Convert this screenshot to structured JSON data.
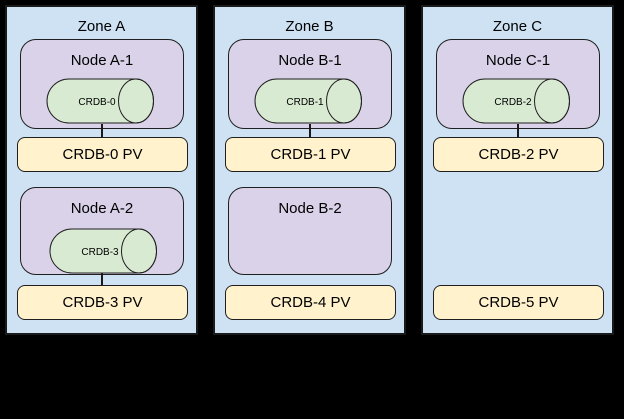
{
  "diagram": {
    "description": "CockroachDB zone / node / persistent volume topology diagram",
    "colors": {
      "background": "#000000",
      "zone_fill": "#cfe2f3",
      "node_fill": "#d9d2e9",
      "cylinder_fill": "#d9ead3",
      "pv_fill": "#fff2cc",
      "border": "#1a1a1a"
    },
    "zones": [
      {
        "title": "Zone A",
        "nodes": [
          {
            "label": "Node A-1",
            "cylinder": "CRDB-0",
            "connected_pv": "CRDB-0 PV"
          },
          {
            "label": "Node A-2",
            "cylinder": "CRDB-3",
            "connected_pv": "CRDB-3 PV"
          }
        ],
        "pvs": [
          "CRDB-0 PV",
          "CRDB-3 PV"
        ]
      },
      {
        "title": "Zone B",
        "nodes": [
          {
            "label": "Node B-1",
            "cylinder": "CRDB-1",
            "connected_pv": "CRDB-1 PV"
          },
          {
            "label": "Node B-2",
            "cylinder": null,
            "connected_pv": null
          }
        ],
        "pvs": [
          "CRDB-1 PV",
          "CRDB-4 PV"
        ]
      },
      {
        "title": "Zone C",
        "nodes": [
          {
            "label": "Node C-1",
            "cylinder": "CRDB-2",
            "connected_pv": "CRDB-2 PV"
          }
        ],
        "pvs": [
          "CRDB-2 PV",
          "CRDB-5 PV"
        ]
      }
    ]
  }
}
